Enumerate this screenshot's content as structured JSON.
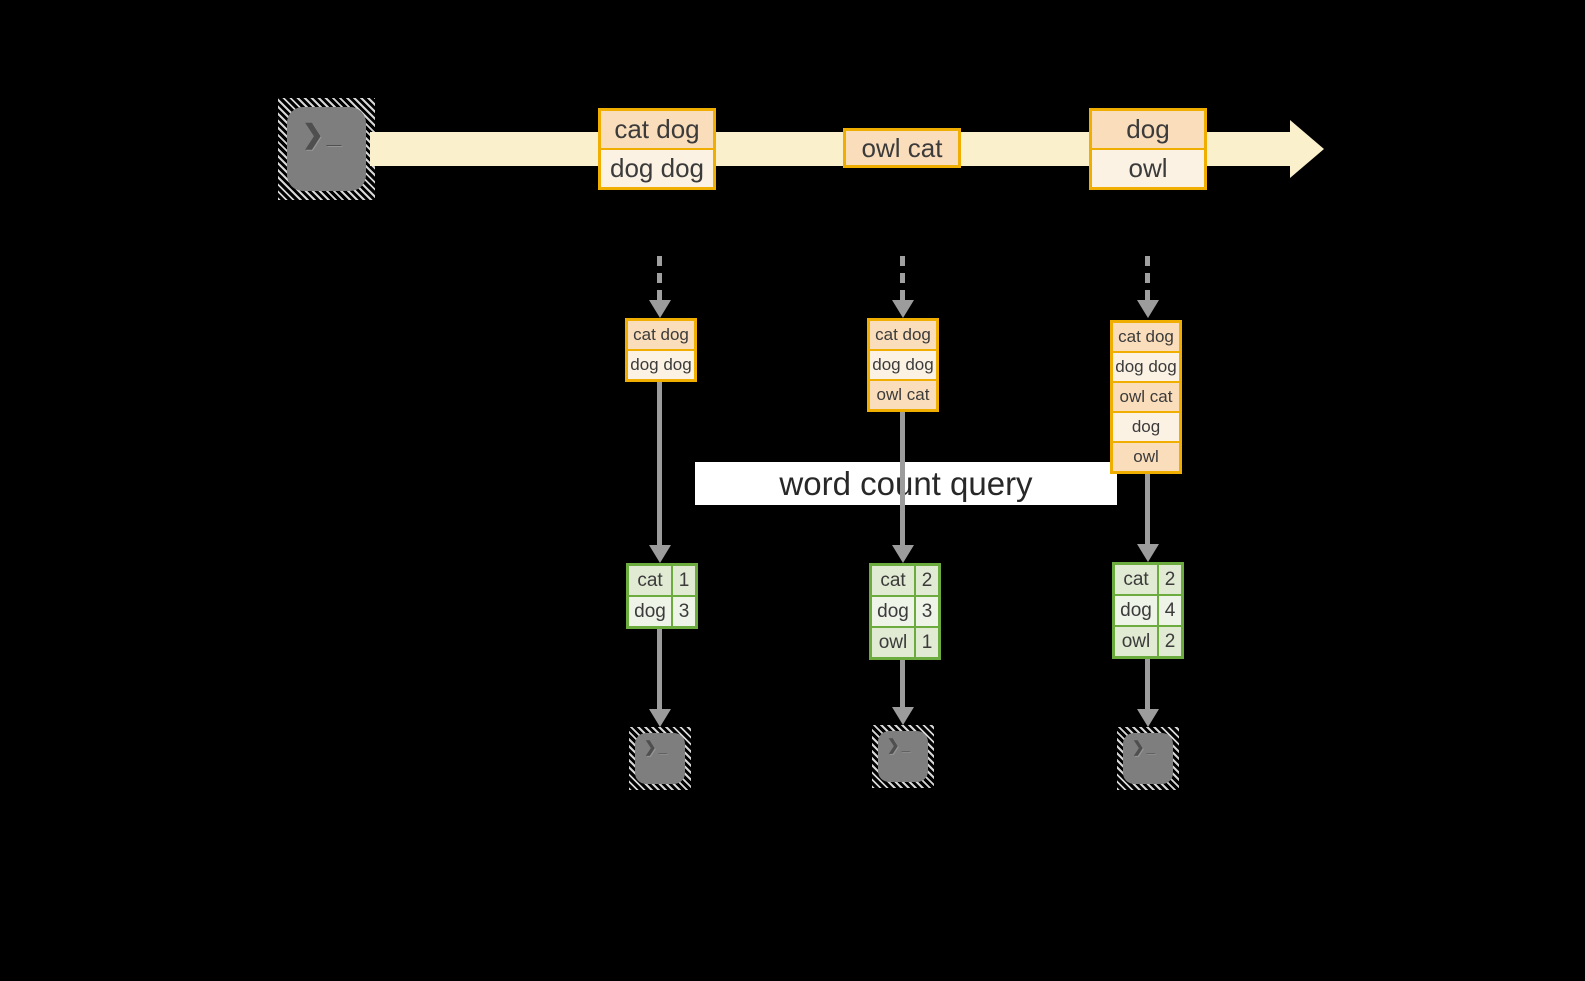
{
  "diagram": {
    "banner": {
      "label": "word count query"
    },
    "timeline": {
      "messages": [
        {
          "lines": [
            "cat dog",
            "dog dog"
          ]
        },
        {
          "lines": [
            "owl cat"
          ]
        },
        {
          "lines": [
            "dog",
            "owl"
          ]
        }
      ]
    },
    "consumers": [
      {
        "log": [
          "cat dog",
          "dog dog"
        ],
        "counts": [
          {
            "word": "cat",
            "count": "1"
          },
          {
            "word": "dog",
            "count": "3"
          }
        ]
      },
      {
        "log": [
          "cat dog",
          "dog dog",
          "owl cat"
        ],
        "counts": [
          {
            "word": "cat",
            "count": "2"
          },
          {
            "word": "dog",
            "count": "3"
          },
          {
            "word": "owl",
            "count": "1"
          }
        ]
      },
      {
        "log": [
          "cat dog",
          "dog dog",
          "owl cat",
          "dog",
          "owl"
        ],
        "counts": [
          {
            "word": "cat",
            "count": "2"
          },
          {
            "word": "dog",
            "count": "4"
          },
          {
            "word": "owl",
            "count": "2"
          }
        ]
      }
    ],
    "icons": {
      "terminal_chevron": "❯",
      "terminal_underscore": "_"
    },
    "colors": {
      "background": "#000000",
      "stream_band": "#FAF0CC",
      "amber_border": "#F0AE00",
      "peach_cell": "#FADDBB",
      "cream_cell": "#FCF2E3",
      "green_border": "#6CAB3E",
      "green_cell": "#E1EAD3",
      "green_cell_light": "#EFF4E9",
      "arrow_gray": "#9C9C9C",
      "terminal_gray": "#7E7E7E",
      "banner_bg": "#FFFFFF"
    }
  }
}
